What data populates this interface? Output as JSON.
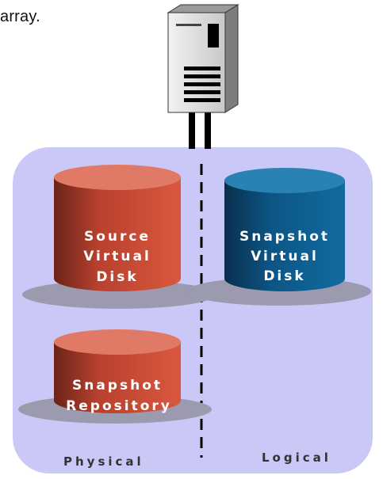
{
  "header_fragment": "array.",
  "zones": {
    "physical_label": "Physical",
    "logical_label": "Logical"
  },
  "cylinders": {
    "source": {
      "lines": [
        "Source",
        "Virtual",
        "Disk"
      ]
    },
    "snapshot_disk": {
      "lines": [
        "Snapshot",
        "Virtual",
        "Disk"
      ]
    },
    "repository": {
      "lines": [
        "Snapshot",
        "Repository"
      ]
    }
  },
  "colors": {
    "panel": "#c9c8f6",
    "red_cylinder": "#d3503a",
    "red_cylinder_top": "#e07a66",
    "blue_cylinder": "#0e5f8f",
    "blue_cylinder_top": "#2a81b3",
    "shadow": "#9b9aae",
    "divider": "#000000"
  },
  "icons": [
    "server-icon"
  ]
}
